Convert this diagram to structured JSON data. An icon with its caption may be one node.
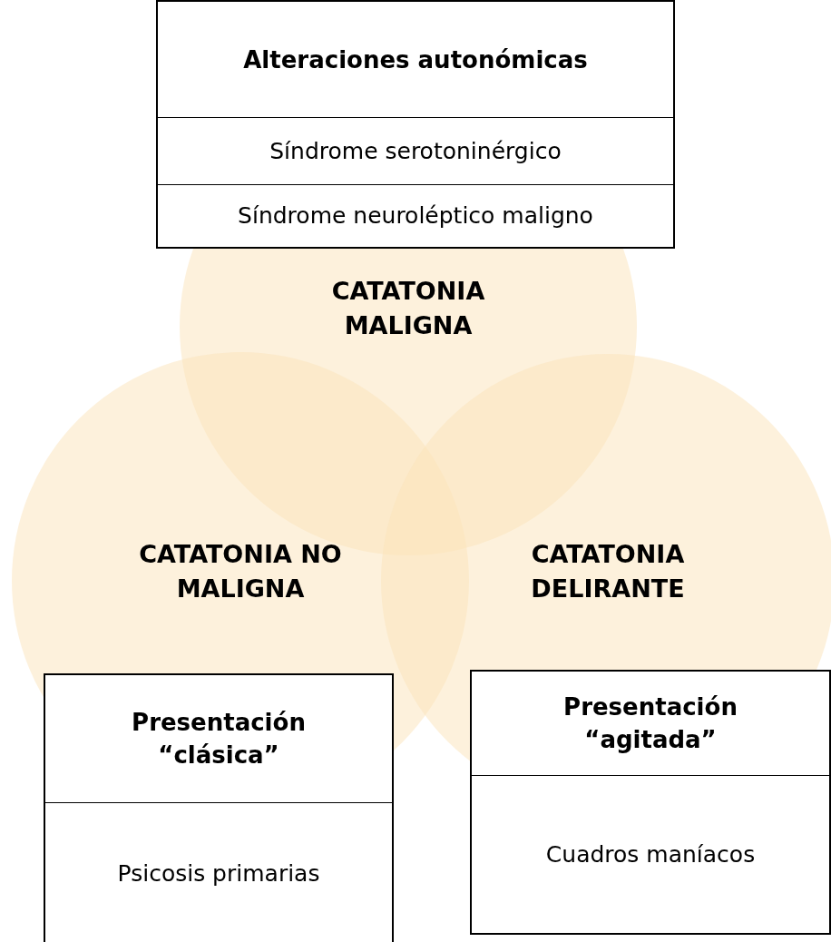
{
  "diagram": {
    "nodes": [
      {
        "text": [
          "Alteraciones autonómicas",
          "Síndrome serotoninérgico",
          "Síndrome neuroléptico maligno"
        ]
      },
      {
        "text": [
          "CATATONIA MALIGNA"
        ]
      },
      {
        "text": [
          "CATATONIA NO MALIGNA"
        ]
      },
      {
        "text": [
          "CATATONIA DELIRANTE"
        ]
      },
      {
        "text": [
          "Presentación “clásica”",
          "Psicosis primarias"
        ]
      },
      {
        "text": [
          "Presentación “agitada”",
          "Cuadros maníacos"
        ]
      }
    ]
  }
}
